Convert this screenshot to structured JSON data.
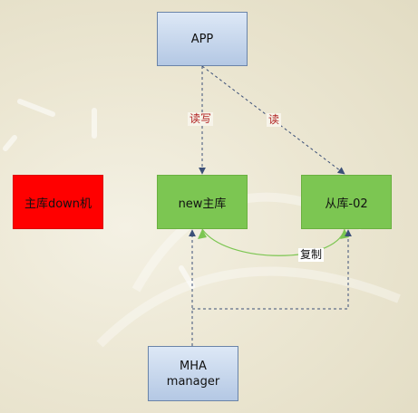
{
  "nodes": {
    "app": "APP",
    "down_master": "主库down机",
    "new_master": "new主库",
    "slave": "从库-02",
    "mha_line1": "MHA",
    "mha_line2": "manager"
  },
  "edges": {
    "read_write": "读写",
    "read": "读",
    "replication": "复制"
  },
  "colors": {
    "node_blue_top": "#dde8f6",
    "node_blue_bottom": "#b4c8e4",
    "node_green": "#7cc652",
    "node_red": "#ff0000",
    "edge_dashed": "#3c5078",
    "edge_replication": "#7cc652",
    "edge_label": "#b02020"
  }
}
